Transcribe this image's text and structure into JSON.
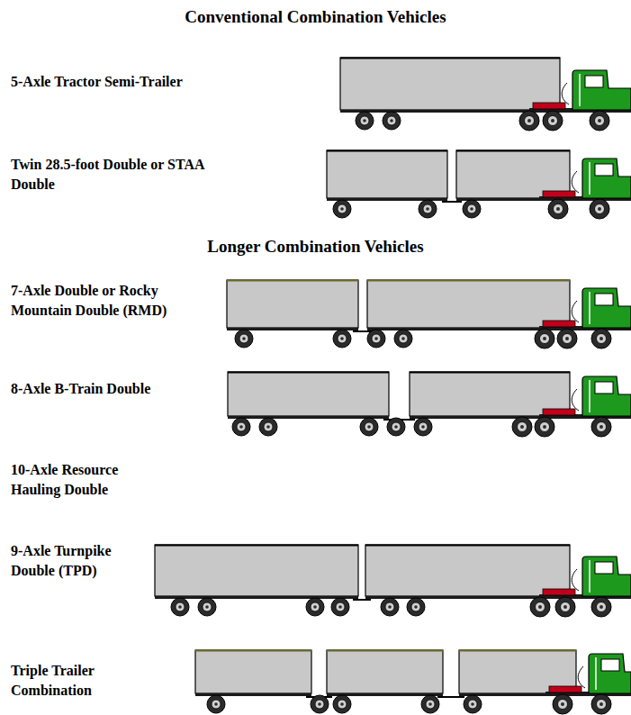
{
  "diagram": {
    "labels": [
      "Conventional Combination Vehicles",
      "5-Axle Tractor Semi-Trailer",
      "Twin 28.5-foot Double or STAA Double",
      "Longer Combination Vehicles",
      "7-Axle Double or Rocky Mountain Double (RMD)",
      "8-Axle B-Train Double",
      "10-Axle Resource Hauling Double",
      "9-Axle Turnpike Double (TPD)",
      "Triple Trailer Combination"
    ]
  }
}
